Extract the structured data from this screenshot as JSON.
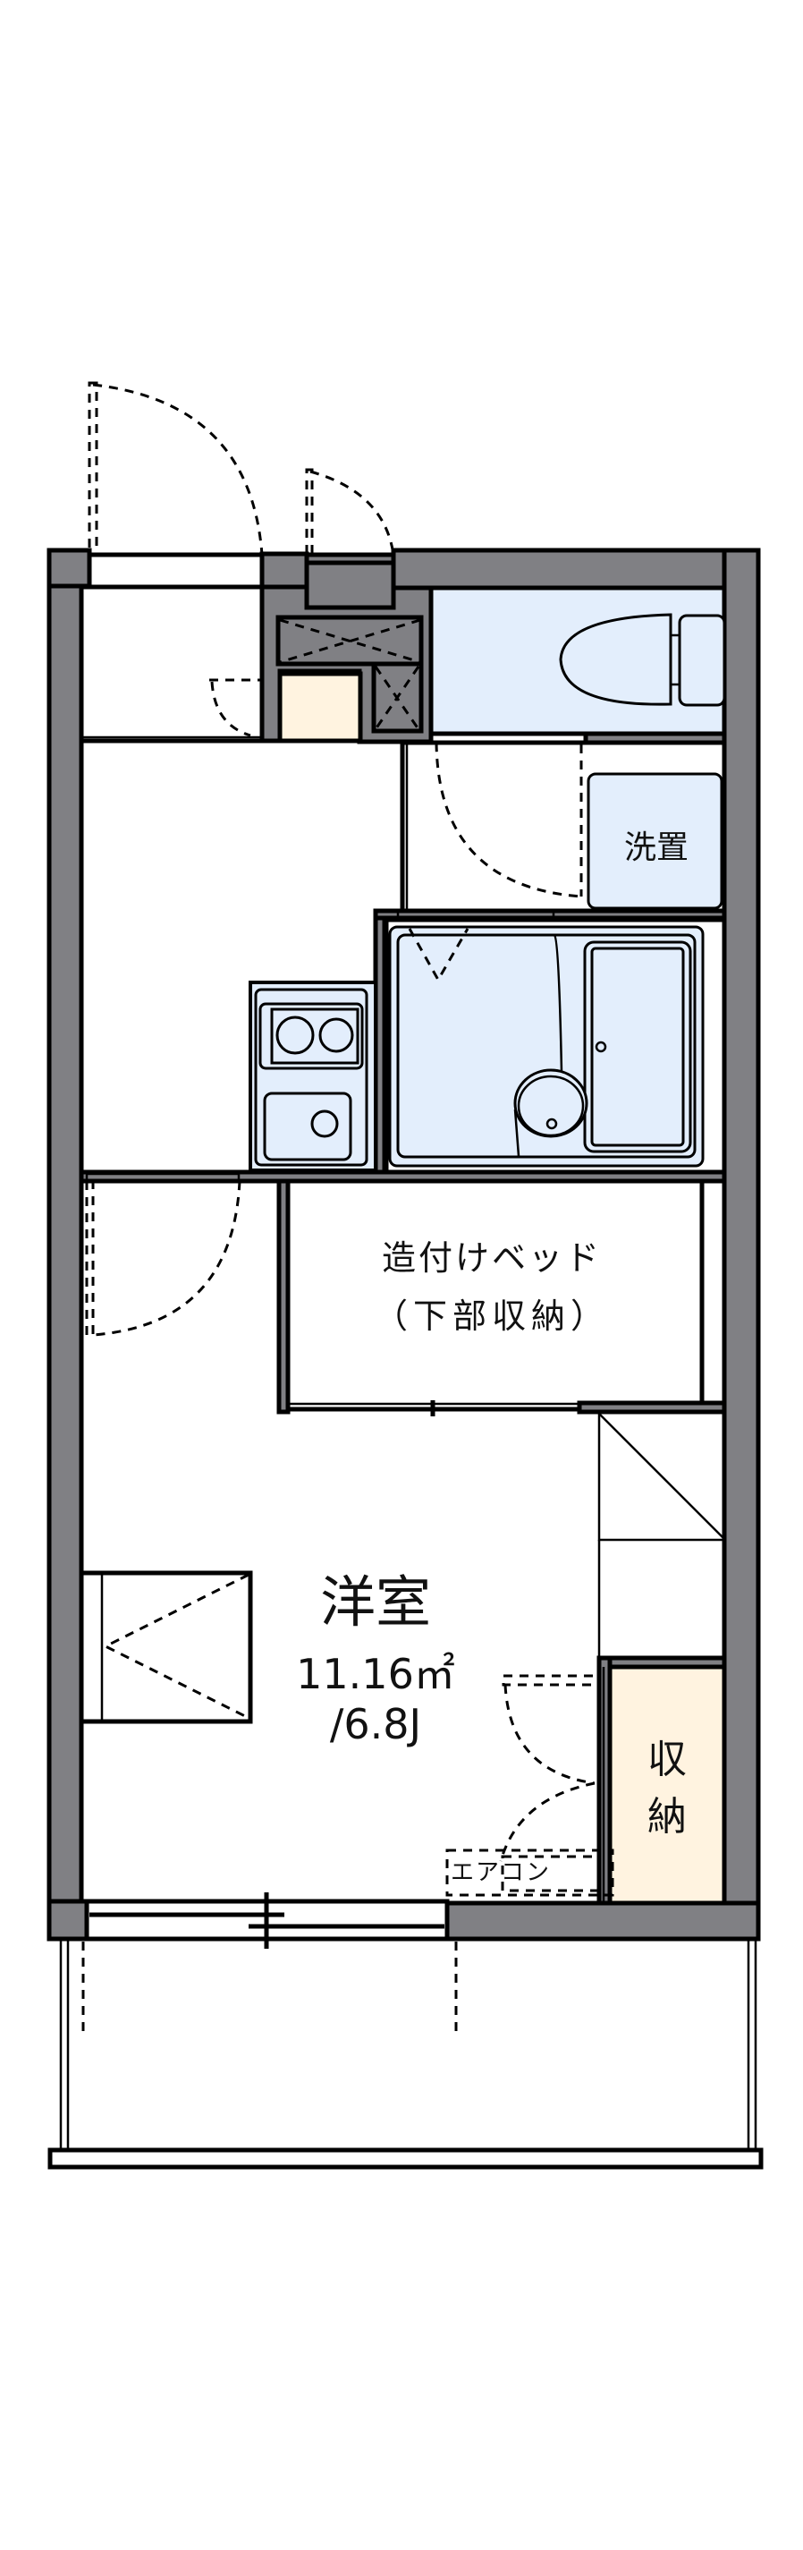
{
  "floorplan": {
    "main_room": {
      "name": "洋室",
      "area": "11.16㎡",
      "size_jo": "/6.8J"
    },
    "built_in_bed": {
      "line1": "造付けベッド",
      "line2": "（下部収納）"
    },
    "washer_space": {
      "label": "洗置"
    },
    "closet": {
      "line1": "収",
      "line2": "納"
    },
    "air_conditioner": {
      "label": "エアコン"
    },
    "colors": {
      "wall": "#808084",
      "fixture_blue": "#e3eefc",
      "storage_cream": "#fff3e0",
      "line": "#000000"
    }
  }
}
